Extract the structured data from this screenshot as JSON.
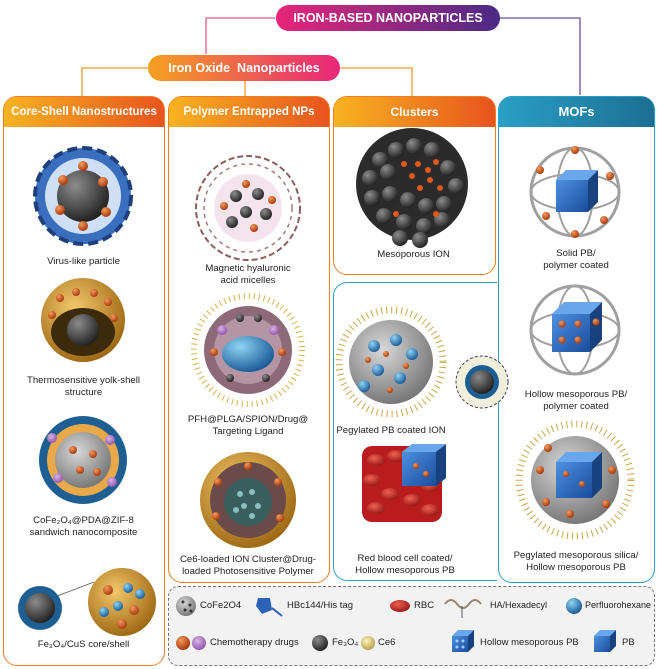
{
  "top_title": "IRON-BASED NANOPARTICLES",
  "sub_title": "Iron Oxide  Nanoparticles",
  "columns": {
    "core_shell": {
      "title": "Core-Shell Nanostructures",
      "items": [
        "Virus-like particle",
        "Thermosensitive yolk-shell",
        "structure",
        "CoFe₂O₄@PDA@ZIF-8",
        "sandwich nanocomposite",
        "Fe₃O₄/CuS core/shell"
      ]
    },
    "polymer": {
      "title": "Polymer Entrapped NPs",
      "items": [
        "Magnetic hyaluronic",
        "acid micelles",
        "PFH@PLGA/SPION/Drug@",
        "Targeting Ligand",
        "Ce6-loaded ION Cluster@Drug-",
        "loaded Photosensitive Polymer"
      ]
    },
    "clusters": {
      "title": "Clusters",
      "items": [
        "Mesoporous ION"
      ]
    },
    "mofs": {
      "title": "MOFs",
      "items": [
        "Solid PB/",
        "polymer coated",
        "Hollow mesoporous PB/",
        "polymer coated",
        "Pegylated mesoporous silica/",
        "Hollow mesoporous PB"
      ]
    },
    "cluster_mof": {
      "items": [
        "Pegylated PB coated ION",
        "Red blood cell coated/",
        "Hollow mesoporous PB"
      ]
    }
  },
  "legend": [
    "CoFe2O4",
    "HBc144/His tag",
    "RBC",
    "HA/Hexadecyl",
    "Perfluorohexane",
    "Chemotherapy drugs",
    "Fe₃O₄",
    "Ce6",
    "Hollow mesoporous PB",
    "PB"
  ],
  "colors": {
    "top_gradient": [
      "#e8267a",
      "#4a2a86"
    ],
    "sub_gradient": [
      "#f5a020",
      "#e8267a"
    ],
    "core_shell_header": [
      "#f8b320",
      "#e8541e"
    ],
    "polymer_header": [
      "#f8b320",
      "#e8541e"
    ],
    "clusters_header": [
      "#f8b320",
      "#e8541e"
    ],
    "mofs_header": [
      "#2a9fc6",
      "#1c6f92"
    ],
    "orange_border": "#ef7d22",
    "blue_border": "#2a9fc6",
    "drug": "#d8561a",
    "iron_oxide": "#5c5c5c",
    "pb_blue": "#2f70c5",
    "ce6": "#d6c36a",
    "rbc": "#c8201e"
  }
}
